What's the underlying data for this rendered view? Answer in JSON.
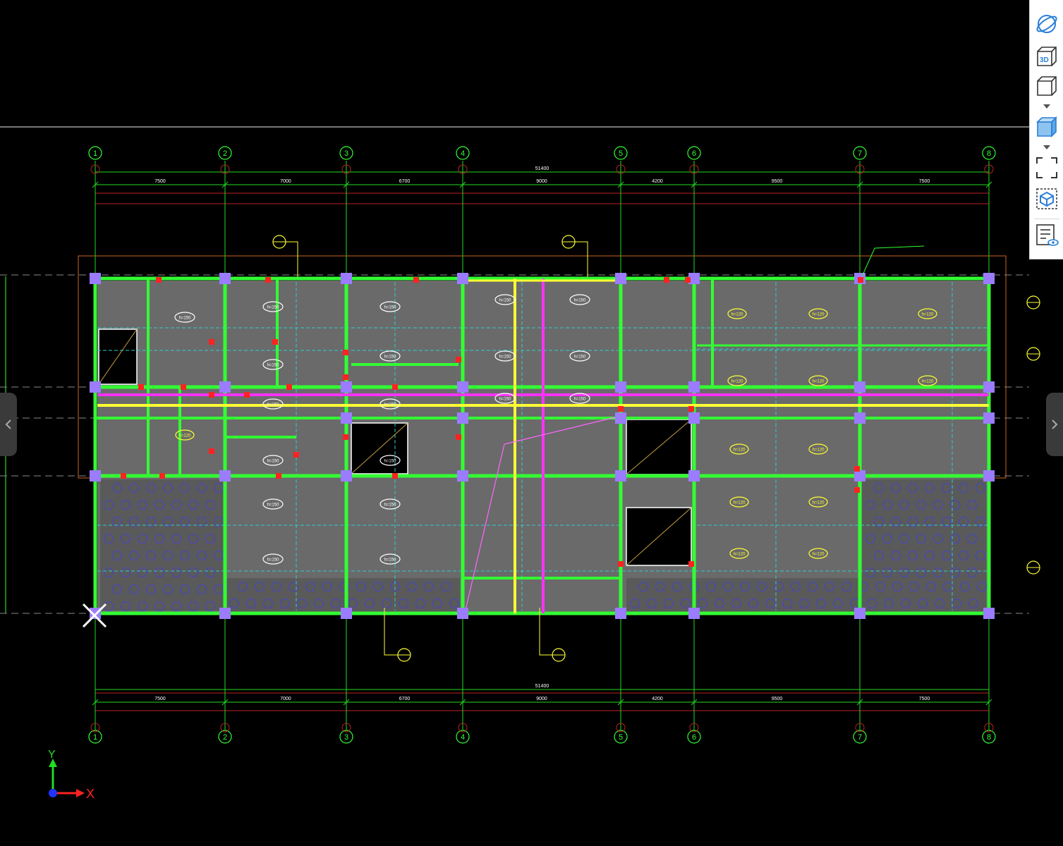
{
  "viewer": {
    "toolbar": [
      {
        "name": "orbit-button",
        "icon": "orbit-icon"
      },
      {
        "name": "3d-view-button",
        "icon": "cube-3d-icon",
        "label": "3D"
      },
      {
        "name": "view-cube-button",
        "icon": "cube-outline-icon"
      },
      {
        "name": "shaded-cube-button",
        "icon": "cube-shaded-icon"
      },
      {
        "name": "fit-view-button",
        "icon": "fullscreen-corners-icon"
      },
      {
        "name": "section-box-button",
        "icon": "section-box-icon"
      },
      {
        "name": "properties-button",
        "icon": "document-eye-icon"
      }
    ],
    "axis_y_label": "Y",
    "axis_x_label": "X"
  },
  "drawing": {
    "grid_labels_x": [
      "1",
      "2",
      "3",
      "4",
      "5",
      "6",
      "7",
      "8"
    ],
    "dims_top": [
      "7500",
      "7000",
      "6700",
      "9000",
      "4200",
      "9500",
      "7500"
    ],
    "dims_bottom": [
      "7500",
      "7000",
      "6700",
      "9000",
      "4200",
      "9500",
      "7500"
    ],
    "total_dim": "51400",
    "slab_tag": "h=150",
    "slab_tag_alt": "h=120",
    "colors": {
      "green": "#22dd22",
      "bright_green": "#33ff33",
      "yellow": "#ffff33",
      "magenta": "#ff33ff",
      "cyan": "#33cccc",
      "red": "#ff2222",
      "gray_fill": "#6a6a6a",
      "column": "#9b7cff",
      "dim_red": "#bb2222",
      "orange": "#cc6622"
    }
  }
}
